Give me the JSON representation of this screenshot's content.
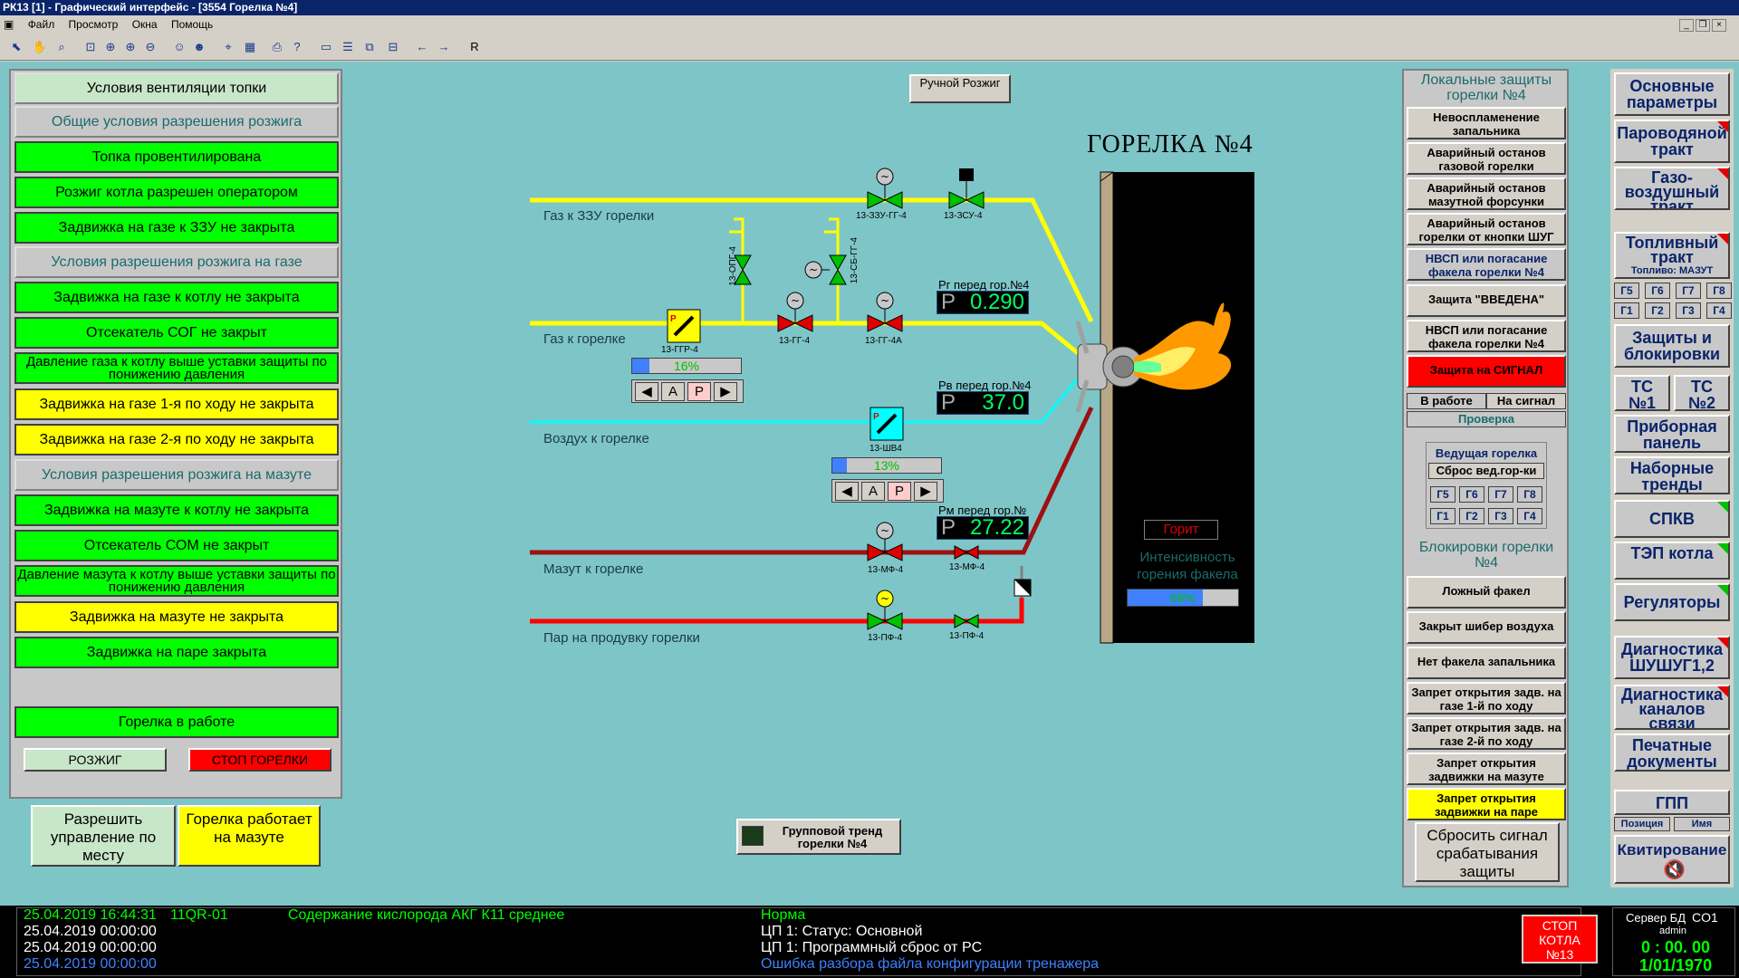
{
  "window": {
    "title": "РК13 [1] - Графический интерфейс - [3554 Горелка №4]"
  },
  "menu": [
    "Файл",
    "Просмотр",
    "Окна",
    "Помощь"
  ],
  "toolbar": {
    "r_label": "R"
  },
  "left_conditions": [
    {
      "text": "Условия вентиляции топки",
      "style": "hdr0"
    },
    {
      "text": "Общие условия разрешения розжига",
      "style": "hdr"
    },
    {
      "text": "Топка провентилирована",
      "style": "g"
    },
    {
      "text": "Розжиг котла разрешен оператором",
      "style": "g"
    },
    {
      "text": "Задвижка на газе к ЗЗУ не закрыта",
      "style": "g"
    },
    {
      "text": "Условия разрешения розжига на газе",
      "style": "hdr"
    },
    {
      "text": "Задвижка на газе к котлу не закрыта",
      "style": "g"
    },
    {
      "text": "Отсекатель СОГ не закрыт",
      "style": "g"
    },
    {
      "text": "Давление газа к котлу выше уставки защиты по понижению давления",
      "style": "g",
      "two": true
    },
    {
      "text": "Задвижка на газе 1-я по ходу не закрыта",
      "style": "y"
    },
    {
      "text": "Задвижка на газе 2-я по ходу не закрыта",
      "style": "y"
    },
    {
      "text": "Условия разрешения розжига на мазуте",
      "style": "hdr"
    },
    {
      "text": "Задвижка на мазуте к котлу не закрыта",
      "style": "g"
    },
    {
      "text": "Отсекатель СОМ не закрыт",
      "style": "g"
    },
    {
      "text": "Давление мазута к котлу выше уставки защиты по понижению давления",
      "style": "g",
      "two": true
    },
    {
      "text": "Задвижка на мазуте не закрыта",
      "style": "y"
    },
    {
      "text": "Задвижка на паре закрыта",
      "style": "g"
    }
  ],
  "burner_in_work": "Горелка в работе",
  "ignition_button": "РОЗЖИГ",
  "stop_burner_button": "СТОП ГОРЕЛКИ",
  "allow_local_button": "Разрешить управление по месту",
  "burner_on_mazut": "Горелка работает на мазуте",
  "manual_ignition_button": "Ручной Розжиг",
  "burner_title": "ГОРЕЛКА №4",
  "group_trend_button": "Групповой тренд горелки №4",
  "lines": {
    "gas_zzu": "Газ к ЗЗУ горелки",
    "gas_burner": "Газ к горелке",
    "air": "Воздух к горелке",
    "mazut": "Мазут к горелке",
    "steam": "Пар на продувку горелки"
  },
  "valves": {
    "v1": "13-ЗЗУ-ГГ-4",
    "v2": "13-ЗСУ-4",
    "v3": "13-ГГР-4",
    "v4": "13-ГГ-4",
    "v5": "13-ГГ-4А",
    "v6": "13-ОПГ-4",
    "v7": "13-СБ-ГГ-4",
    "v8": "13-ШВ4",
    "v9": "13-МФ-4",
    "v10": "13-МФ-4",
    "v11": "13-ПФ-4",
    "v12": "13-ПФ-4"
  },
  "readouts": {
    "gas": {
      "label": "Рг перед гор.№4",
      "prefix": "Р",
      "value": "0.290"
    },
    "air": {
      "label": "Рв перед гор.№4",
      "prefix": "Р",
      "value": "37.0"
    },
    "mazut": {
      "label": "Рм перед гор.№",
      "prefix": "Р",
      "value": "27.22"
    }
  },
  "regulators": {
    "gas": {
      "pct_text": "16%",
      "fill": 0.16,
      "buttons": [
        "◀",
        "А",
        "Р",
        "▶"
      ]
    },
    "air": {
      "pct_text": "13%",
      "fill": 0.13,
      "buttons": [
        "◀",
        "А",
        "Р",
        "▶"
      ]
    }
  },
  "flame": {
    "status": "Горит",
    "intensity_label": "Интенсивность горения факела",
    "pct_text": "68%",
    "fill": 0.68
  },
  "protections": {
    "header": "Локальные защиты горелки №4",
    "items": [
      "Невоспламенение запальника",
      "Аварийный останов газовой горелки",
      "Аварийный останов мазутной форсунки",
      "Аварийный останов горелки от кнопки ШУГ",
      "НВСП или погасание факела горелки №4",
      "Защита \"ВВЕДЕНА\"",
      "НВСП или погасание факела горелки №4",
      "Защита на СИГНАЛ"
    ],
    "tab_work": "В работе",
    "tab_signal": "На сигнал",
    "check": "Проверка",
    "leading_title": "Ведущая горелка",
    "leading_reset": "Сброс вед.гор-ки",
    "leading_row1": [
      "Г5",
      "Г6",
      "Г7",
      "Г8"
    ],
    "leading_row2": [
      "Г1",
      "Г2",
      "Г3",
      "Г4"
    ],
    "block_header": "Блокировки горелки №4",
    "block_items": [
      "Ложный факел",
      "Закрыт шибер воздуха",
      "Нет факела запальника",
      "Запрет открытия задв. на газе 1-й по ходу",
      "Запрет открытия задв. на газе 2-й по ходу",
      "Запрет открытия задвижки на мазуте",
      "Запрет открытия задвижки на паре"
    ],
    "reset_button": "Сбросить сигнал срабатывания защиты"
  },
  "nav": {
    "items": [
      "Основные параметры",
      "Пароводяной тракт",
      "Газо-воздушный тракт",
      "Топливный тракт",
      "Защиты и блокировки",
      "ТС №1",
      "ТС №2",
      "Приборная панель",
      "Наборные тренды",
      "СПКВ",
      "ТЭП котла",
      "Регуляторы",
      "Диагностика ШУШУГ1,2",
      "Диагностика каналов связи",
      "Печатные документы",
      "ГПП",
      "Квитирование"
    ],
    "fuel_label": "Топливо: МАЗУТ",
    "burners_row1": [
      "Г5",
      "Г6",
      "Г7",
      "Г8"
    ],
    "burners_row2": [
      "Г1",
      "Г2",
      "Г3",
      "Г4"
    ],
    "position_label": "Позиция",
    "name_label": "Имя"
  },
  "status": {
    "lines": [
      {
        "time": "25.04.2019 16:44:31",
        "code": "11QR-01",
        "text": "Содержание кислорода АКГ К11 среднее"
      },
      {
        "time": "25.04.2019 00:00:00",
        "code": "",
        "text": ""
      },
      {
        "time": "25.04.2019 00:00:00",
        "code": "",
        "text": ""
      },
      {
        "time": "25.04.2019 00:00:00",
        "code": "",
        "text": ""
      }
    ],
    "right_lines": [
      "Норма",
      "ЦП 1: Статус: Основной",
      "ЦП 1: Программный сброс от PC",
      "Ошибка разбора файла конфигурации тренажера"
    ],
    "stop_boiler": "СТОП КОТЛА №13",
    "server_label": "Сервер БД",
    "server_id": "CO1",
    "user": "admin",
    "clock": "0 : 00. 00",
    "date": "1/01/1970"
  }
}
